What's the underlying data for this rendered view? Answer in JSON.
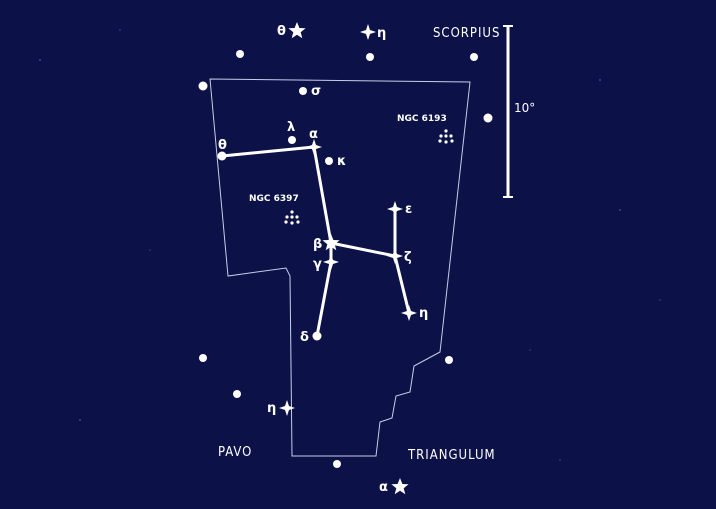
{
  "map_title": "",
  "colors": {
    "background": "#0c1248",
    "ink": "#ffffff"
  },
  "scale": {
    "label": "10°"
  },
  "neighbour_constellations": {
    "scorpius": "SCORPIUS",
    "pavo": "PAVO",
    "triangulum": "TRIANGULUM"
  },
  "stars": {
    "alpha": "α",
    "beta": "β",
    "gamma": "γ",
    "delta": "δ",
    "epsilon": "ε",
    "zeta": "ζ",
    "eta": "η",
    "theta": "θ",
    "kappa": "κ",
    "lambda": "λ",
    "sigma": "σ",
    "sco_theta": "θ",
    "sco_eta": "η",
    "pav_eta": "η",
    "tra_alpha": "α"
  },
  "clusters": {
    "ngc6193": "NGC 6193",
    "ngc6397": "NGC 6397"
  }
}
